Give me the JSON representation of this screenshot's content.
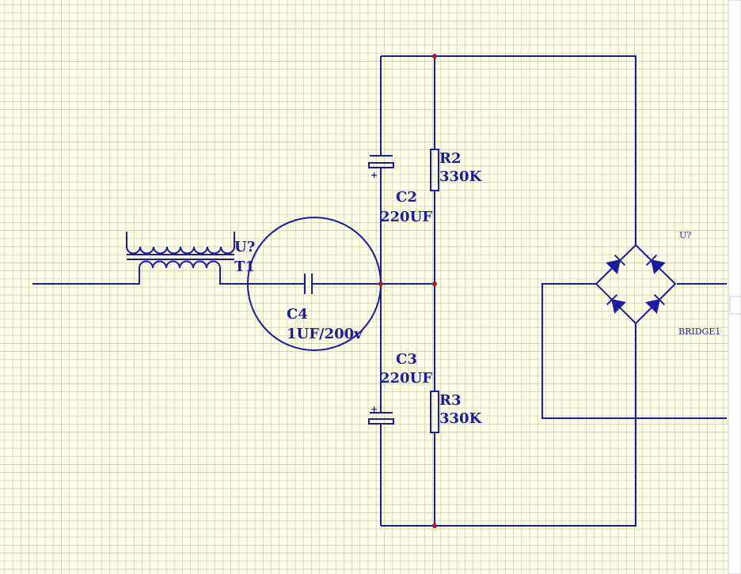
{
  "colors": {
    "background": "#ffffe6",
    "grid": "#c8c8b4",
    "wire": "#1a1aa6",
    "junction": "#a02020"
  },
  "components": {
    "transformer": {
      "designator": "U?",
      "name": "T1"
    },
    "c4": {
      "designator": "C4",
      "value": "1UF/200v"
    },
    "c2": {
      "designator": "C2",
      "value": "220UF",
      "polarity": "+"
    },
    "c3": {
      "designator": "C3",
      "value": "220UF",
      "polarity": "+"
    },
    "r2": {
      "designator": "R2",
      "value": "330K"
    },
    "r3": {
      "designator": "R3",
      "value": "330K"
    },
    "bridge": {
      "designator": "U?",
      "name": "BRIDGE1"
    }
  },
  "highlight": {
    "shape": "circle",
    "around": "C4"
  }
}
